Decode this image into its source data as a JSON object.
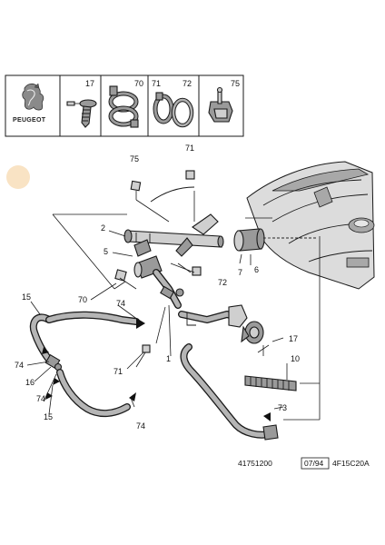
{
  "header": {
    "brand_name": "PEUGEOT",
    "parts_boxes": [
      {
        "label": "17",
        "icon": "push-clip-icon"
      },
      {
        "label": "70",
        "icon": "hose-clamp-icon"
      },
      {
        "label": "71",
        "icon": "ring-clamp-icon"
      },
      {
        "label": "72",
        "icon": "band-clamp-icon"
      },
      {
        "label": "75",
        "icon": "bracket-clip-icon"
      }
    ]
  },
  "callouts": {
    "c75_top": "75",
    "c71_top": "71",
    "c2": "2",
    "c5": "5",
    "c7": "7",
    "c6": "6",
    "c72": "72",
    "c70": "70",
    "c74_mid": "74",
    "c15_top": "15",
    "c74_left": "74",
    "c16": "16",
    "c74_low": "74",
    "c15_low": "15",
    "c71_bottom": "71",
    "c1": "1",
    "c17": "17",
    "c10": "10",
    "c73": "73",
    "c74_bottom": "74"
  },
  "footer": {
    "ref_number": "41751200",
    "date_code": "07/94",
    "drawing_code": "4F15C20A"
  },
  "colors": {
    "ink": "#1a1a1a",
    "part_fill": "#9a9a9a",
    "accent_dot": "#f9e3c4"
  }
}
